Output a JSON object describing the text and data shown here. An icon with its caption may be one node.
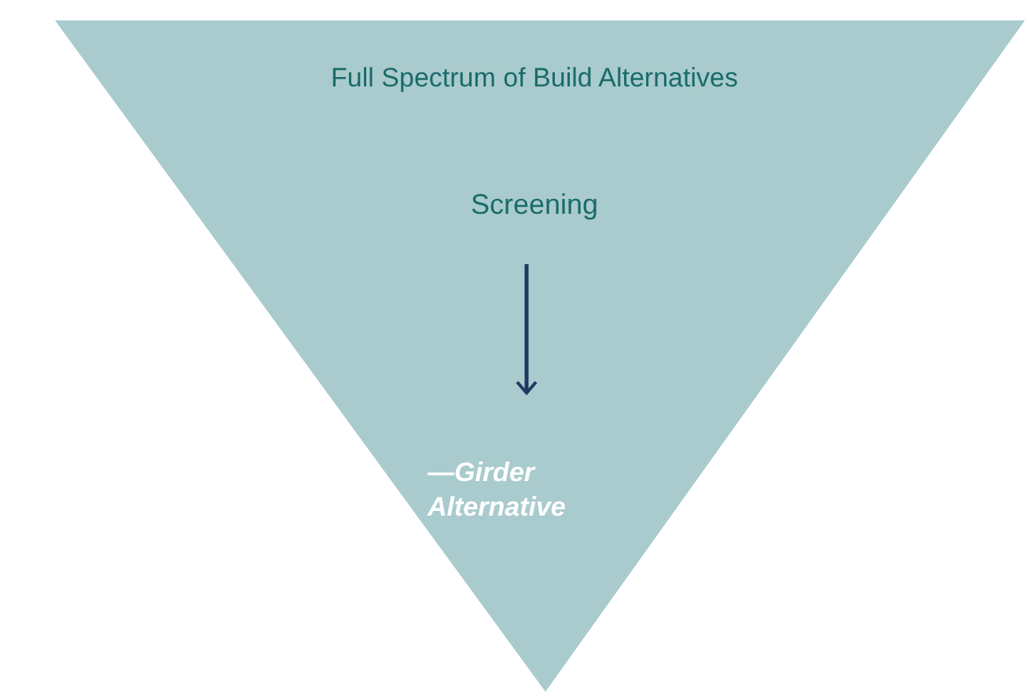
{
  "diagram": {
    "nodes": [
      {
        "text": [
          "Full Spectrum of Build Alternatives"
        ]
      },
      {
        "text": [
          "Screening"
        ],
        "in": 0
      },
      {
        "text": [
          "—Girder Alternative"
        ],
        "in": 0
      }
    ],
    "edges": [
      {
        "from": 1,
        "to": 2,
        "arrow": "to"
      }
    ]
  }
}
